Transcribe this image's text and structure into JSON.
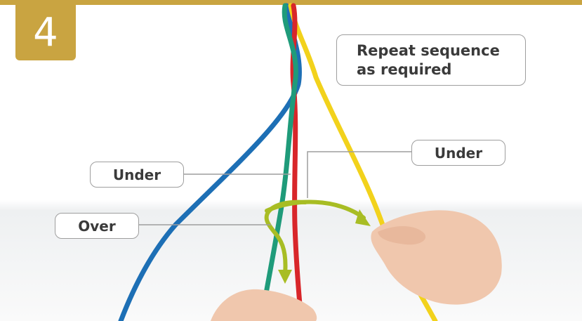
{
  "step": {
    "number": "4"
  },
  "note": {
    "line1": "Repeat sequence",
    "line2": "as required"
  },
  "labels": {
    "under_left": "Under",
    "under_right": "Under",
    "over": "Over"
  },
  "colors": {
    "accent_gold": "#c9a441",
    "cord_blue": "#1d6fb5",
    "cord_green": "#1f9b7a",
    "cord_red": "#d8262a",
    "cord_yellow": "#f2d21c",
    "arrow_green": "#a8bd24",
    "skin": "#f0c7ad"
  },
  "icons": [
    "down-arrow-icon",
    "right-arrow-icon"
  ]
}
